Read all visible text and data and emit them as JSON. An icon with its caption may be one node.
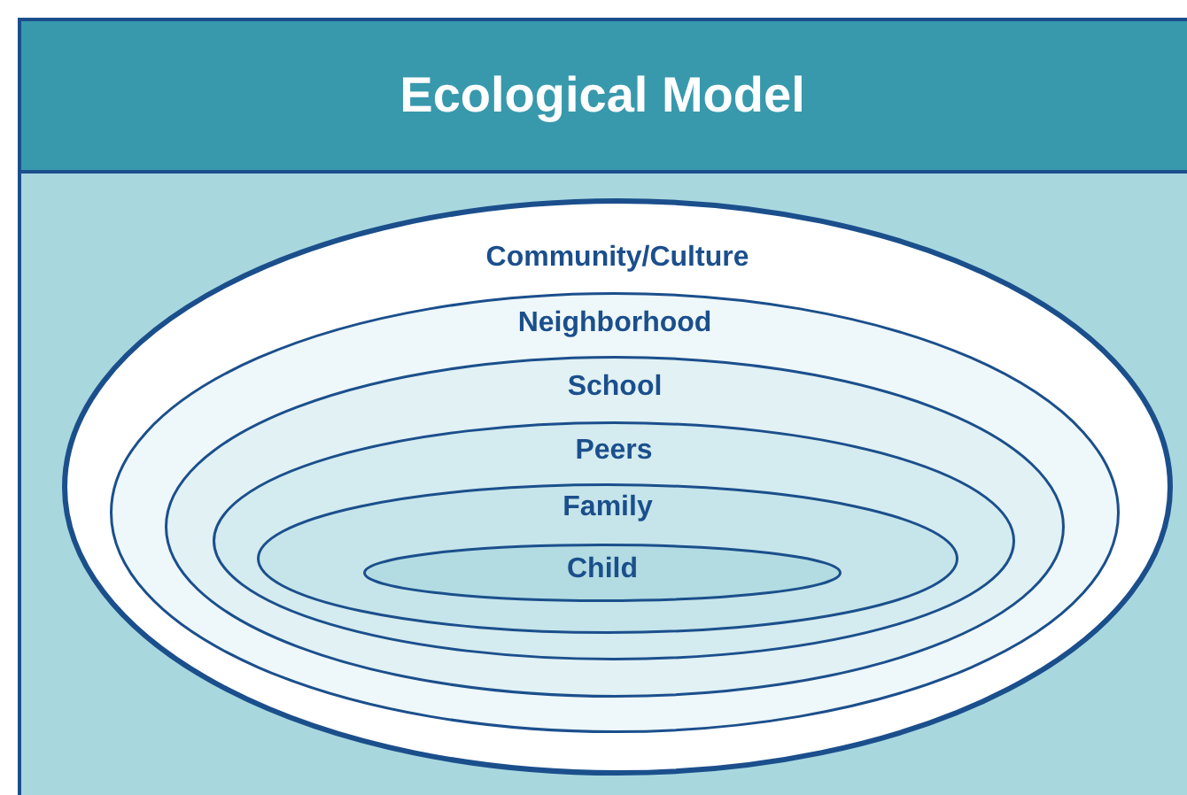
{
  "diagram": {
    "title": "Ecological Model",
    "nodes": [
      {
        "text": [
          "Community/Culture"
        ]
      },
      {
        "text": [
          "Neighborhood"
        ],
        "in": 0
      },
      {
        "text": [
          "School"
        ],
        "in": 1
      },
      {
        "text": [
          "Peers"
        ],
        "in": 2
      },
      {
        "text": [
          "Family"
        ],
        "in": 3
      },
      {
        "text": [
          "Child"
        ],
        "in": 4
      }
    ]
  }
}
